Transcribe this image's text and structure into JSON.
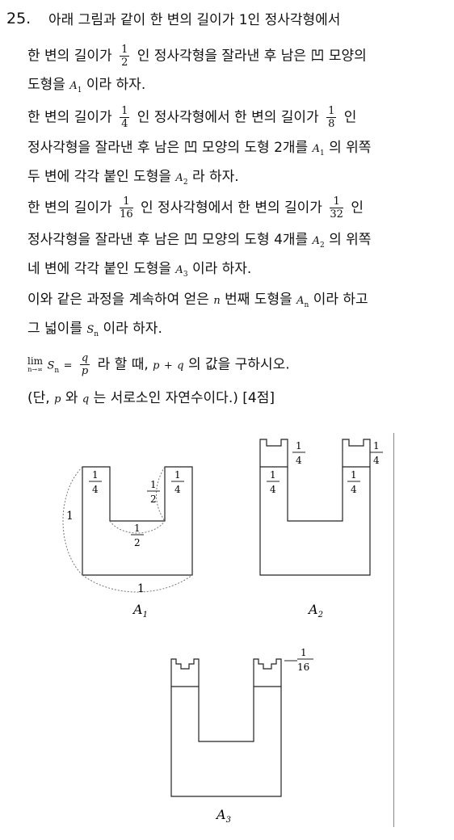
{
  "problem": {
    "number": "25.",
    "line1": "아래 그림과 같이 한 변의 길이가  1인 정사각형에서",
    "line2a": "한 변의 길이가",
    "half_n": "1",
    "half_d": "2",
    "line2b": "인 정사각형을 잘라낸 후 남은 凹 모양의",
    "line3a": "도형을",
    "A": "A",
    "A_sub1": "1",
    "line3b": "이라 하자.",
    "line4a": "한 변의 길이가",
    "q_n": "1",
    "q_d": "4",
    "line4b": "인 정사각형에서 한 변의 길이가",
    "e_n": "1",
    "e_d": "8",
    "line4c": "인",
    "line5a": "정사각형을 잘라낸 후 남은 凹 모양의 도형  2개를",
    "line5b": "의 위쪽",
    "line6a": "두 변에 각각 붙인 도형을",
    "A_sub2": "2",
    "line6b": "라 하자.",
    "line7a": "한 변의 길이가",
    "s_n": "1",
    "s_d": "16",
    "line7b": "인 정사각형에서 한 변의 길이가",
    "t_n": "1",
    "t_d": "32",
    "line7c": "인",
    "line8a": "정사각형을 잘라낸 후 남은 凹 모양의 도형  4개를",
    "line8b": "의 위쪽",
    "line9a": "네 변에 각각 붙인 도형을",
    "A_sub3": "3",
    "line9b": "이라 하자.",
    "line10a": "이와 같은 과정을 계속하여 얻은",
    "n_var": "n",
    "line10b": "번째 도형을",
    "A_subn": "n",
    "line10c": "이라 하고",
    "line11a": "그 넓이를",
    "S": "S",
    "S_subn": "n",
    "line11b": "이라 하자.",
    "lim_word": "lim",
    "lim_cond": "n→∞",
    "eq": "=",
    "p_var": "p",
    "q_var": "q",
    "line12b": "라 할 때,",
    "plus": "+",
    "line12c": "의 값을 구하시오.",
    "line13a": "(단,",
    "line13b": "와",
    "line13c": "는 서로소인 자연수이다.) [4점]"
  },
  "figures": {
    "fig1": {
      "one_left": "1",
      "one_bottom": "1",
      "quarter_left_n": "1",
      "quarter_left_d": "4",
      "quarter_right_n": "1",
      "quarter_right_d": "4",
      "half_side_n": "1",
      "half_side_d": "2",
      "half_bottom_n": "1",
      "half_bottom_d": "2",
      "caption": "A",
      "caption_sub": "1"
    },
    "fig2": {
      "a_n": "1",
      "a_d": "4",
      "b_n": "1",
      "b_d": "4",
      "c_n": "1",
      "c_d": "4",
      "d_n": "1",
      "d_d": "4",
      "caption": "A",
      "caption_sub": "2"
    },
    "fig3": {
      "label_n": "1",
      "label_d": "16",
      "caption": "A",
      "caption_sub": "3"
    }
  }
}
